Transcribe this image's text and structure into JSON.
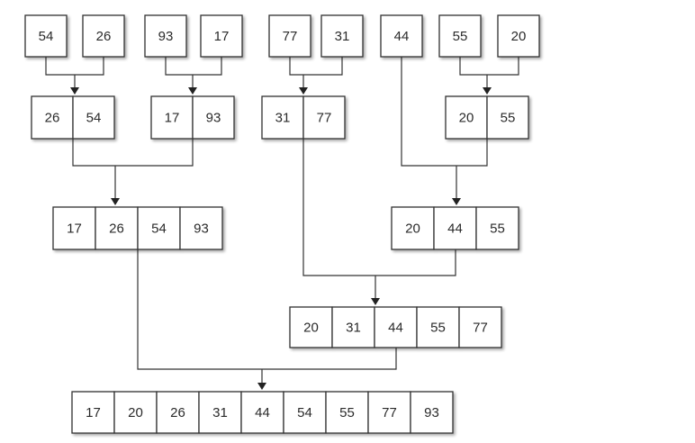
{
  "diagram": {
    "level0": [
      [
        "54"
      ],
      [
        "26"
      ],
      [
        "93"
      ],
      [
        "17"
      ],
      [
        "77"
      ],
      [
        "31"
      ],
      [
        "44"
      ],
      [
        "55"
      ],
      [
        "20"
      ]
    ],
    "level1": [
      [
        "26",
        "54"
      ],
      [
        "17",
        "93"
      ],
      [
        "31",
        "77"
      ],
      [
        "20",
        "55"
      ]
    ],
    "level2": [
      [
        "17",
        "26",
        "54",
        "93"
      ],
      [
        "20",
        "44",
        "55"
      ]
    ],
    "level3": [
      [
        "20",
        "31",
        "44",
        "55",
        "77"
      ]
    ],
    "level4": [
      [
        "17",
        "20",
        "26",
        "31",
        "44",
        "54",
        "55",
        "77",
        "93"
      ]
    ],
    "colors": {
      "cell_fill": "#ffffff",
      "cell_stroke": "#333333",
      "line": "#333333",
      "text": "#2b2b2b"
    }
  }
}
